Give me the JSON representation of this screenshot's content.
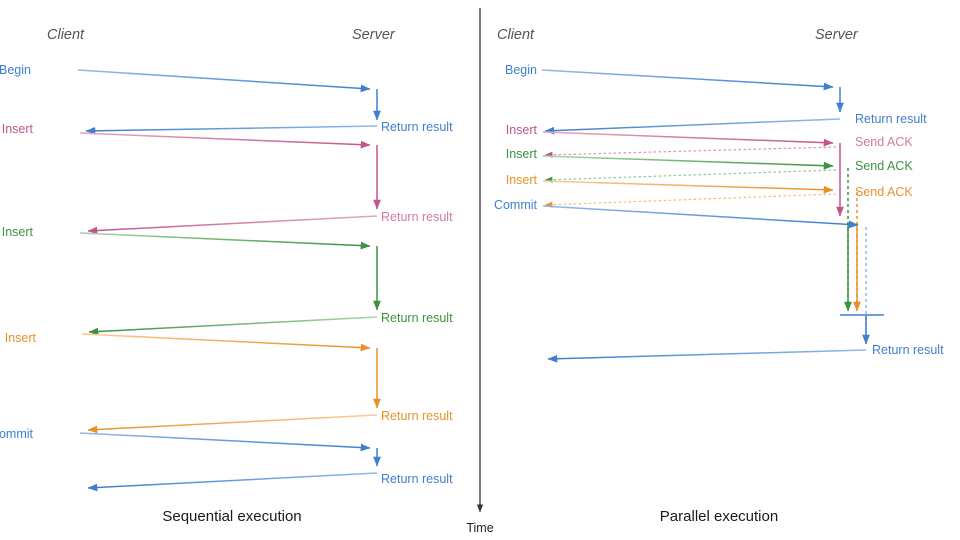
{
  "colors": {
    "blue": "#3f7fcf",
    "blue_light": "#7fb0e4",
    "pink": "#c2558a",
    "pink_light": "#d892b4",
    "green": "#3d9140",
    "green_light": "#8cc98e",
    "orange": "#e8912a",
    "orange_light": "#f3bd79",
    "header_gray": "#555555",
    "caption_black": "#1a1a1a",
    "axis_gray": "#333333",
    "divider_gray": "#222222"
  },
  "time_axis": {
    "label": "Time",
    "direction": "downward"
  },
  "panels": [
    {
      "id": "sequential",
      "caption": "Sequential execution",
      "lanes": {
        "client": "Client",
        "server": "Server"
      },
      "messages": [
        {
          "label": "Begin",
          "color_key": "blue",
          "side": "client",
          "kind": "request"
        },
        {
          "label": "Return result",
          "color_key": "blue",
          "side": "server",
          "kind": "response"
        },
        {
          "label": "Insert",
          "color_key": "pink",
          "side": "client",
          "kind": "request"
        },
        {
          "label": "Return result",
          "color_key": "pink",
          "side": "server",
          "kind": "response"
        },
        {
          "label": "Insert",
          "color_key": "green",
          "side": "client",
          "kind": "request"
        },
        {
          "label": "Return result",
          "color_key": "green",
          "side": "server",
          "kind": "response"
        },
        {
          "label": "Insert",
          "color_key": "orange",
          "side": "client",
          "kind": "request"
        },
        {
          "label": "Return result",
          "color_key": "orange",
          "side": "server",
          "kind": "response"
        },
        {
          "label": "Commit",
          "color_key": "blue",
          "side": "client",
          "kind": "request"
        },
        {
          "label": "Return result",
          "color_key": "blue",
          "side": "server",
          "kind": "response"
        }
      ]
    },
    {
      "id": "parallel",
      "caption": "Parallel execution",
      "lanes": {
        "client": "Client",
        "server": "Server"
      },
      "messages": [
        {
          "label": "Begin",
          "color_key": "blue",
          "side": "client",
          "kind": "request"
        },
        {
          "label": "Return result",
          "color_key": "blue",
          "side": "server",
          "kind": "response"
        },
        {
          "label": "Insert",
          "color_key": "pink",
          "side": "client",
          "kind": "request"
        },
        {
          "label": "Send ACK",
          "color_key": "pink",
          "side": "server",
          "kind": "ack"
        },
        {
          "label": "Insert",
          "color_key": "green",
          "side": "client",
          "kind": "request"
        },
        {
          "label": "Send ACK",
          "color_key": "green",
          "side": "server",
          "kind": "ack"
        },
        {
          "label": "Insert",
          "color_key": "orange",
          "side": "client",
          "kind": "request"
        },
        {
          "label": "Send ACK",
          "color_key": "orange",
          "side": "server",
          "kind": "ack"
        },
        {
          "label": "Commit",
          "color_key": "blue",
          "side": "client",
          "kind": "request"
        },
        {
          "label": "Return result",
          "color_key": "blue",
          "side": "server",
          "kind": "response"
        }
      ]
    }
  ],
  "labels": {
    "seq_client_header": "Client",
    "seq_server_header": "Server",
    "par_client_header": "Client",
    "par_server_header": "Server",
    "seq_caption": "Sequential execution",
    "par_caption": "Parallel execution",
    "time": "Time",
    "seq_m1_begin": "Begin",
    "seq_m1_return": "Return result",
    "seq_m2_insert": "Insert",
    "seq_m2_return": "Return result",
    "seq_m3_insert": "Insert",
    "seq_m3_return": "Return result",
    "seq_m4_insert": "Insert",
    "seq_m4_return": "Return result",
    "seq_m5_commit": "Commit",
    "seq_m5_return": "Return result",
    "par_m1_begin": "Begin",
    "par_m1_return": "Return result",
    "par_m2_insert": "Insert",
    "par_m2_ack": "Send ACK",
    "par_m3_insert": "Insert",
    "par_m3_ack": "Send ACK",
    "par_m4_insert": "Insert",
    "par_m4_ack": "Send ACK",
    "par_m5_commit": "Commit",
    "par_m5_return": "Return result"
  }
}
